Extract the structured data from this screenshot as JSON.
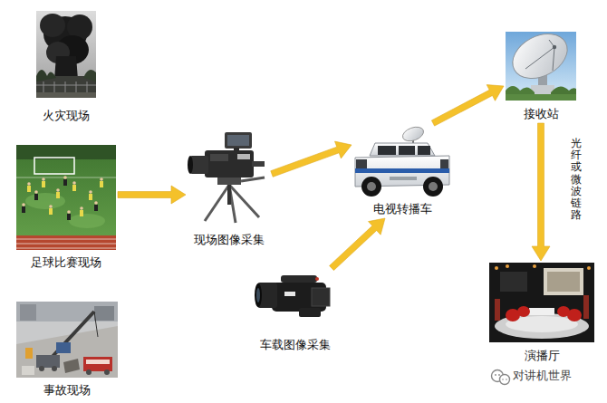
{
  "diagram": {
    "nodes": [
      {
        "text": [
          "火灾现场"
        ]
      },
      {
        "text": [
          "足球比赛现场"
        ]
      },
      {
        "text": [
          "事故现场"
        ]
      },
      {
        "text": [
          "现场图像采集"
        ]
      },
      {
        "text": [
          "车载图像采集"
        ]
      },
      {
        "text": [
          "电视转播车"
        ]
      },
      {
        "text": [
          "接收站"
        ]
      },
      {
        "text": [
          "演播厅"
        ]
      }
    ],
    "edges": [
      {
        "from": 1,
        "to": 3,
        "arrow": "to"
      },
      {
        "from": 3,
        "to": 5,
        "arrow": "to"
      },
      {
        "from": 4,
        "to": 5,
        "arrow": "to"
      },
      {
        "from": 5,
        "to": 6,
        "arrow": "to"
      },
      {
        "from": 6,
        "to": 7,
        "label": "光纤或微波链路",
        "arrow": "to"
      }
    ],
    "labels": [
      "对讲机世界"
    ]
  }
}
